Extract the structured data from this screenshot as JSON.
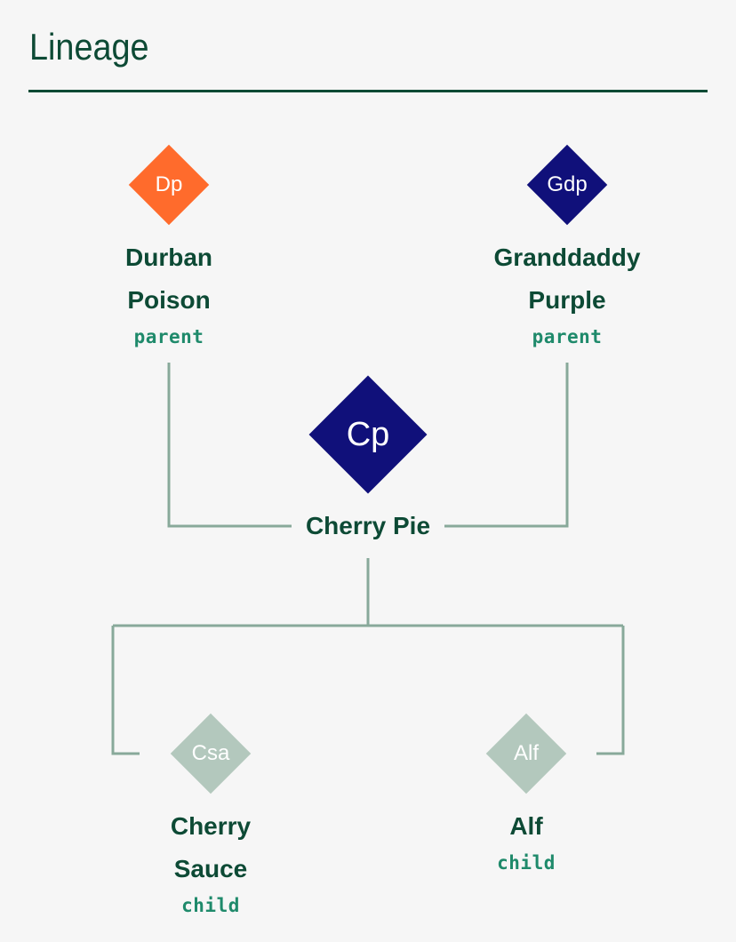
{
  "section_title": "Lineage",
  "colors": {
    "primary_text": "#0d4a35",
    "relation_text": "#1f8a6b",
    "connector": "#88a99a",
    "parent_orange": "#ff6b2c",
    "deep_purple": "#10107a",
    "child_gray": "#b3c8bd"
  },
  "parents": [
    {
      "abbr": "Dp",
      "name": "Durban\nPoison",
      "relation": "parent"
    },
    {
      "abbr": "Gdp",
      "name": "Granddaddy\nPurple",
      "relation": "parent"
    }
  ],
  "focus": {
    "abbr": "Cp",
    "name": "Cherry Pie"
  },
  "children": [
    {
      "abbr": "Csa",
      "name": "Cherry\nSauce",
      "relation": "child"
    },
    {
      "abbr": "Alf",
      "name": "Alf",
      "relation": "child"
    }
  ]
}
